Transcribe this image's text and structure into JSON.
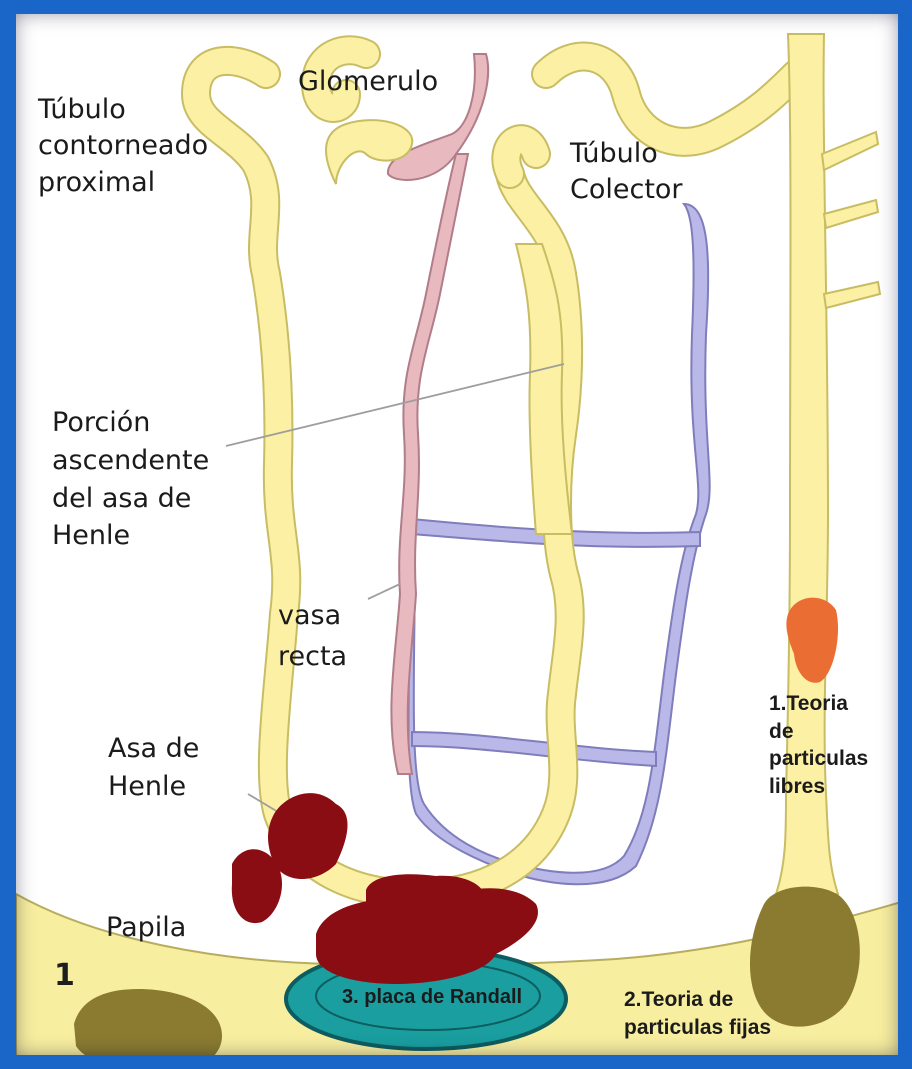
{
  "labels": {
    "glomerulo": "Glomerulo",
    "tubulo_proximal": [
      "Túbulo",
      "contorneado",
      "proximal"
    ],
    "tubulo_colector": [
      "Túbulo",
      "Colector"
    ],
    "porcion_ascendente": [
      "Porción",
      "ascendente",
      "del asa de",
      "Henle"
    ],
    "vasa_recta": [
      "vasa",
      "recta"
    ],
    "asa_henle": [
      "Asa de",
      "Henle"
    ],
    "papila": "Papila",
    "number_one": "1",
    "teoria_libres": [
      "1.Teoria",
      "de",
      "particulas",
      "libres"
    ],
    "teoria_fijas": [
      "2.Teoria de",
      "particulas fijas"
    ],
    "placa_randall": "3. placa de Randall"
  },
  "colors": {
    "frame": "#1a66c8",
    "tubule": "#fbf0a4",
    "tubule_outline": "#c8bd63",
    "vessel_red": "#e9b9c0",
    "vessel_red_outline": "#b07d88",
    "vessel_blue": "#b9b8e8",
    "vessel_blue_outline": "#7f7dbb",
    "papilla": "#f7ee9f",
    "stone_dark": "#8a0d14",
    "stone_orange": "#ea6d34",
    "stone_olive": "#8a7b31",
    "plaque_teal": "#1a9ea0"
  }
}
